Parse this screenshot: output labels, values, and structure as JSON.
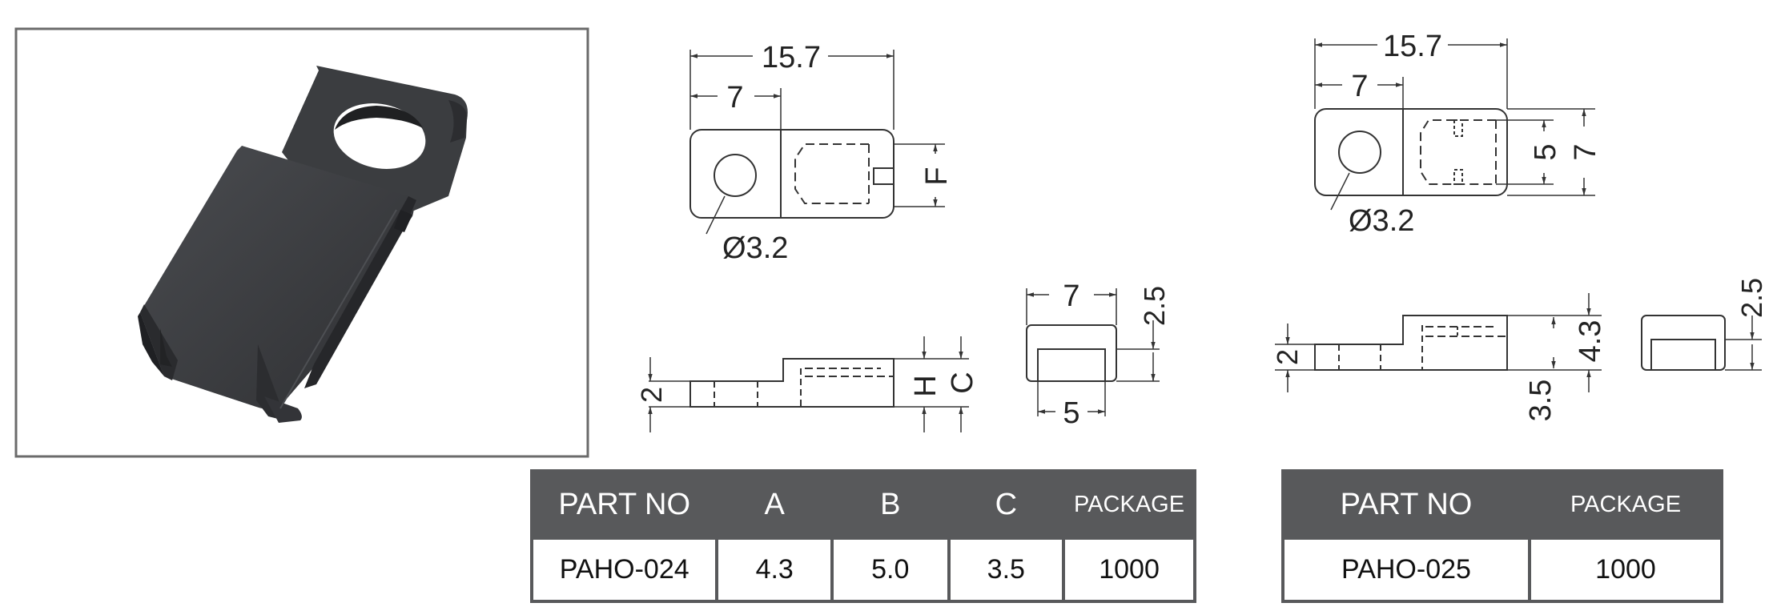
{
  "drawing1": {
    "top": {
      "overall_length": "15.7",
      "hole_offset": "7",
      "hole_diameter": "Ø3.2",
      "slot_width": "F"
    },
    "side": {
      "base_thickness": "2",
      "height_h": "H",
      "height_c": "C"
    },
    "end": {
      "outer_width": "7",
      "inner_width": "5",
      "wall_height": "2.5"
    }
  },
  "drawing2": {
    "top": {
      "overall_length": "15.7",
      "hole_offset": "7",
      "hole_diameter": "Ø3.2",
      "slot_width": "5",
      "overall_width": "7"
    },
    "side": {
      "base_thickness": "2",
      "overall_height": "4.3",
      "lower_height": "3.5"
    },
    "end": {
      "wall_height": "2.5"
    }
  },
  "table1": {
    "headers": [
      "PART NO",
      "A",
      "B",
      "C",
      "PACKAGE"
    ],
    "rows": [
      [
        "PAHO-024",
        "4.3",
        "5.0",
        "3.5",
        "1000"
      ]
    ]
  },
  "table2": {
    "headers": [
      "PART NO",
      "PACKAGE"
    ],
    "rows": [
      [
        "PAHO-025",
        "1000"
      ]
    ]
  },
  "colors": {
    "table_header": "#58595b",
    "product_body": "#3a3c3f"
  }
}
